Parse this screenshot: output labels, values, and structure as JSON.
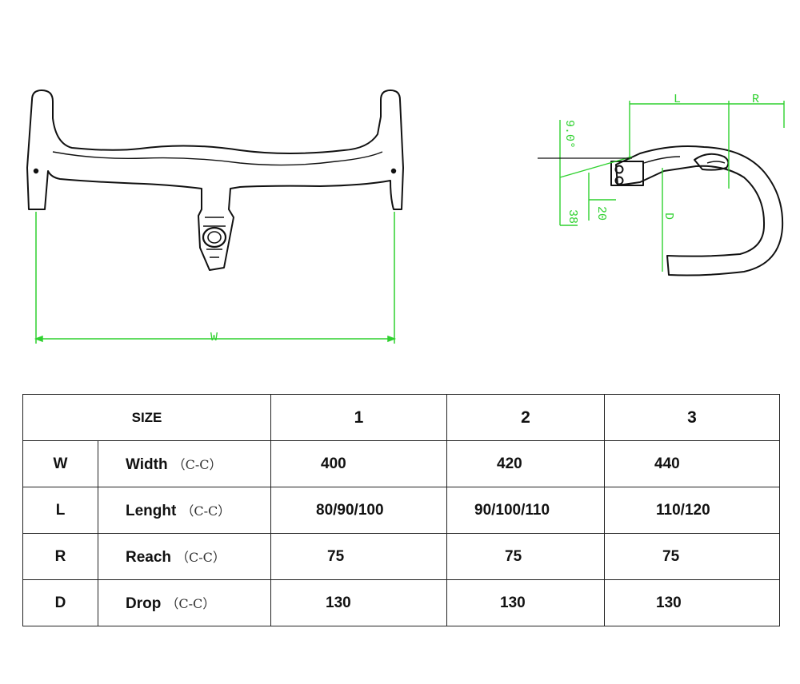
{
  "diagram": {
    "front_labels": {
      "width": "W"
    },
    "side_labels": {
      "length": "L",
      "reach": "R",
      "drop": "D",
      "angle": "9.0°",
      "stack_a": "38",
      "stack_b": "20"
    }
  },
  "colors": {
    "dimension": "#2fd12f",
    "outline": "#111111",
    "grid": "#222222"
  },
  "table": {
    "size_header": "SIZE",
    "sizes": [
      "1",
      "2",
      "3"
    ],
    "rows": [
      {
        "code": "W",
        "name": "Width",
        "unit": "（C-C）",
        "values": [
          "400",
          "420",
          "440"
        ]
      },
      {
        "code": "L",
        "name": "Lenght",
        "unit": "（C-C）",
        "values": [
          "80/90/100",
          "90/100/110",
          "110/120"
        ]
      },
      {
        "code": "R",
        "name": "Reach",
        "unit": "（C-C）",
        "values": [
          "75",
          "75",
          "75"
        ]
      },
      {
        "code": "D",
        "name": "Drop",
        "unit": "（C-C）",
        "values": [
          "130",
          "130",
          "130"
        ]
      }
    ]
  }
}
